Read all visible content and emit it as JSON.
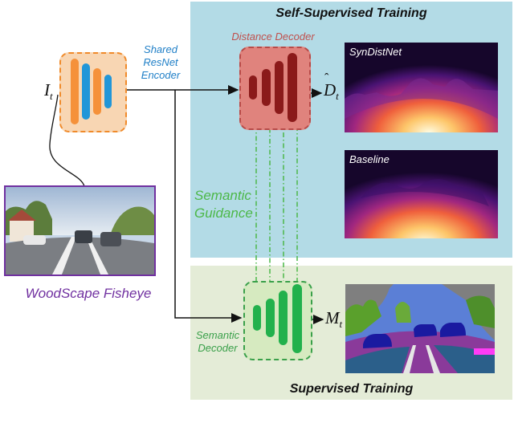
{
  "panels": {
    "top_title": "Self-Supervised Training",
    "bottom_title": "Supervised Training"
  },
  "encoder": {
    "label_line1": "Shared",
    "label_line2": "ResNet",
    "label_line3": "Encoder"
  },
  "distance_decoder": {
    "label": "Distance Decoder"
  },
  "semantic_decoder": {
    "label_line1": "Semantic",
    "label_line2": "Decoder"
  },
  "guidance": {
    "line1": "Semantic",
    "line2": "Guidance"
  },
  "input": {
    "symbol": "I",
    "subscript": "t",
    "caption": "WoodScape Fisheye"
  },
  "outputs": {
    "depth_symbol": "D",
    "depth_subscript": "t",
    "mask_symbol": "M",
    "mask_subscript": "t"
  },
  "images": {
    "syndistnet_label": "SynDistNet",
    "baseline_label": "Baseline"
  },
  "colors": {
    "self_supervised_bg": "#b3dbe6",
    "supervised_bg": "#e4ecd7",
    "encoder_orange": "#f5913a",
    "encoder_blue": "#2196d8",
    "decoder_dark_red": "#8b1a1a",
    "segmentation_green": "#22b14c",
    "guidance_green": "#4cb848",
    "caption_purple": "#7030a0"
  }
}
